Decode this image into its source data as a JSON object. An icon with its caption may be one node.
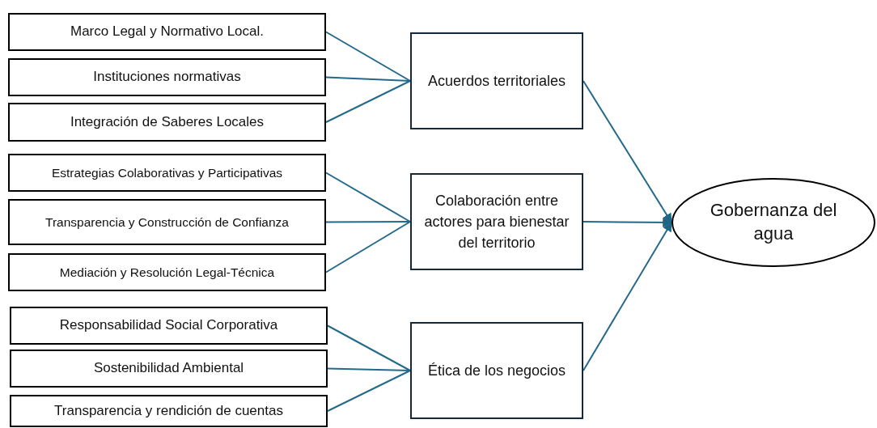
{
  "diagram": {
    "nodes": [
      {
        "text": [
          "Marco Legal y Normativo Local."
        ]
      },
      {
        "text": [
          "Instituciones normativas"
        ]
      },
      {
        "text": [
          "Integración de Saberes Locales"
        ]
      },
      {
        "text": [
          "Estrategias Colaborativas y Participativas"
        ]
      },
      {
        "text": [
          "Transparencia y Construcción de Confianza"
        ]
      },
      {
        "text": [
          "Mediación y Resolución Legal-Técnica"
        ]
      },
      {
        "text": [
          "Responsabilidad Social Corporativa"
        ]
      },
      {
        "text": [
          "Sostenibilidad Ambiental"
        ]
      },
      {
        "text": [
          "Transparencia y rendición de cuentas"
        ]
      },
      {
        "text": [
          "Acuerdos territoriales"
        ]
      },
      {
        "text": [
          "Colaboración entre actores para bienestar del territorio"
        ]
      },
      {
        "text": [
          "Ética de los negocios"
        ]
      },
      {
        "text": [
          "Gobernanza del agua"
        ]
      }
    ],
    "edges": [
      {
        "from": 0,
        "to": 9,
        "arrow": "none"
      },
      {
        "from": 1,
        "to": 9,
        "arrow": "none"
      },
      {
        "from": 2,
        "to": 9,
        "arrow": "none"
      },
      {
        "from": 3,
        "to": 10,
        "arrow": "none"
      },
      {
        "from": 4,
        "to": 10,
        "arrow": "none"
      },
      {
        "from": 5,
        "to": 10,
        "arrow": "none"
      },
      {
        "from": 6,
        "to": 11,
        "arrow": "none"
      },
      {
        "from": 7,
        "to": 11,
        "arrow": "none"
      },
      {
        "from": 8,
        "to": 11,
        "arrow": "none"
      },
      {
        "from": 9,
        "to": 12,
        "arrow": "to"
      },
      {
        "from": 10,
        "to": 12,
        "arrow": "to"
      },
      {
        "from": 11,
        "to": 12,
        "arrow": "to"
      }
    ]
  }
}
